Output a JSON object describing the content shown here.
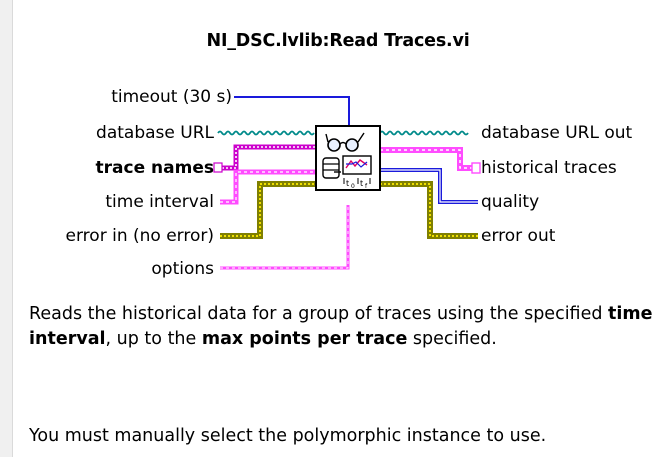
{
  "title": "NI_DSC.lvlib:Read Traces.vi",
  "inputs": {
    "timeout": "timeout (30 s)",
    "database_url": "database URL",
    "trace_names": "trace names",
    "time_interval": "time interval",
    "error_in": "error in (no error)",
    "options": "options"
  },
  "outputs": {
    "database_url_out": "database URL out",
    "historical_traces": "historical traces",
    "quality": "quality",
    "error_out": "error out"
  },
  "description": {
    "line1_pre": "Reads the historical data for a group of traces using the specified ",
    "term1": "time interval",
    "line1_mid": ", up to the ",
    "term2": "max points per trace",
    "line1_post": " specified.",
    "line2": "You must manually select the polymorphic instance to use."
  },
  "colors": {
    "timeout_wire": "#1a1adb",
    "url_wire": "#008a8a",
    "trace_wire": "#cc00cc",
    "pink_wire": "#ff4cff",
    "error_wire": "#808000",
    "error_fill": "#f0e000",
    "quality_wire": "#1a1adb"
  },
  "icons": {
    "vi_icon": "read-traces-glasses-icon"
  }
}
